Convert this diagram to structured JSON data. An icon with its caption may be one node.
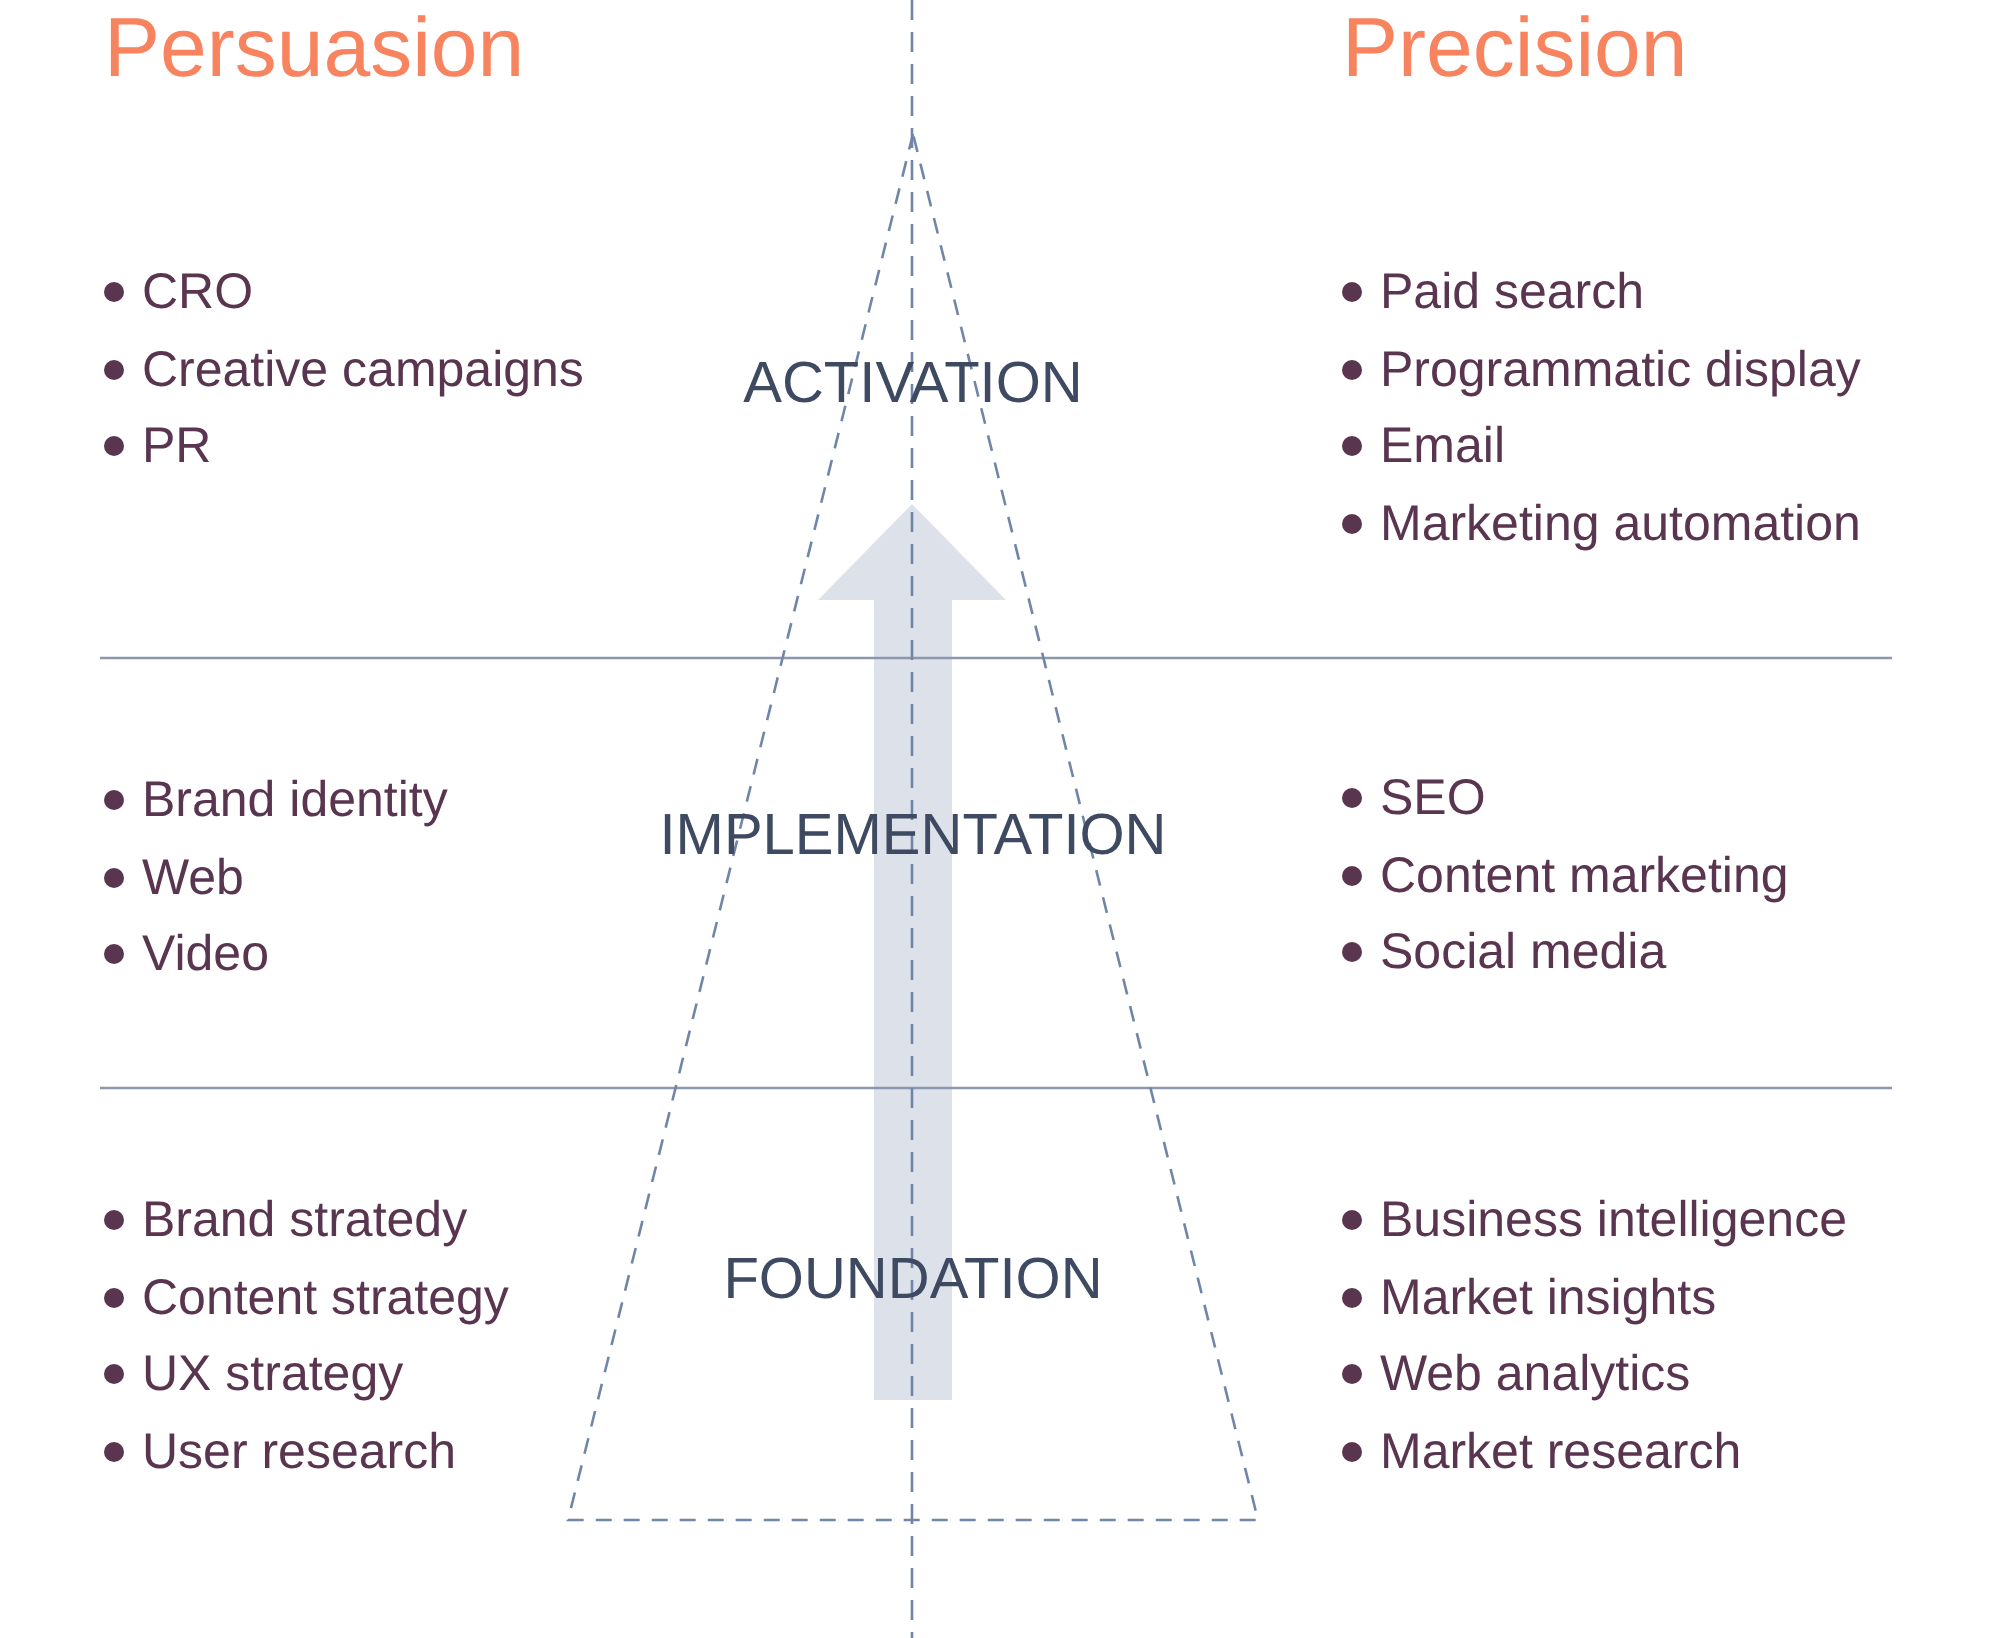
{
  "diagram": {
    "nodes": [
      {
        "text": [
          "ACTIVATION",
          "IMPLEMENTATION",
          "FOUNDATION"
        ]
      }
    ],
    "labels": [
      "Persuasion",
      "Precision",
      "CRO",
      "Creative campaigns",
      "PR",
      "Paid search",
      "Programmatic display",
      "Email",
      "Marketing automation",
      "Brand identity",
      "Web",
      "Video",
      "SEO",
      "Content marketing",
      "Social media",
      "Brand stratedy",
      "Content strategy",
      "UX strategy",
      "User research",
      "Business intelligence",
      "Market insights",
      "Web analytics",
      "Market research"
    ]
  }
}
